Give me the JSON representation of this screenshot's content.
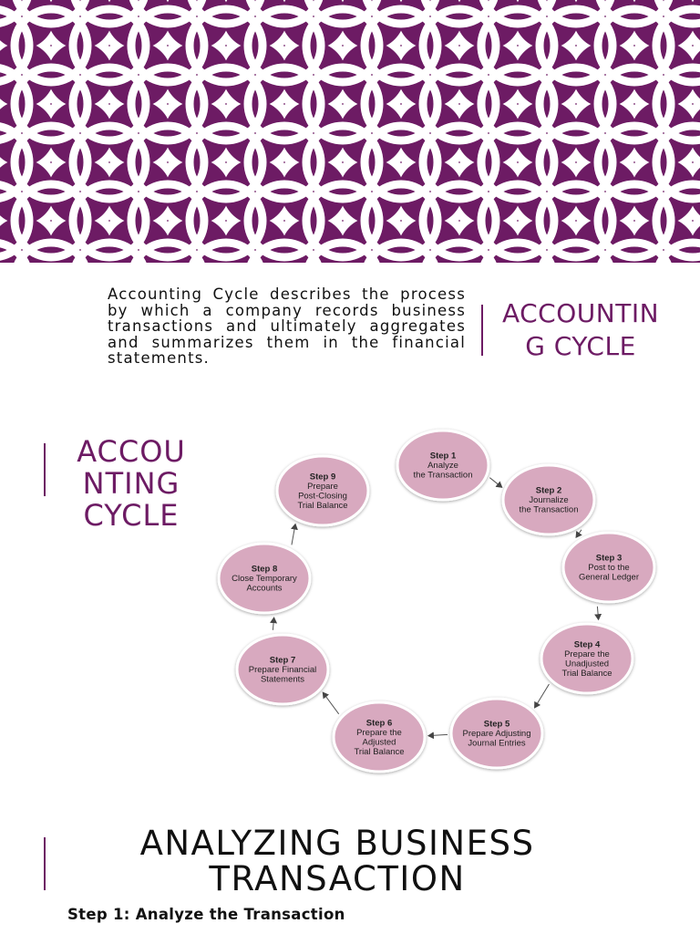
{
  "colors": {
    "accent": "#6d1b64",
    "pattern_line": "#ffffff",
    "step_circle_fill": "#d8a9bf",
    "step_circle_border": "#ffffff"
  },
  "slide1": {
    "description": "Accounting Cycle describes the process by which a company records business transactions and ultimately aggregates and summarizes them in the financial statements.",
    "title": "ACCOUNTIN G CYCLE"
  },
  "slide2": {
    "title": "ACCOU NTING CYCLE",
    "steps": [
      {
        "step": "Step 1",
        "text": [
          "Analyze",
          "the Transaction"
        ]
      },
      {
        "step": "Step 2",
        "text": [
          "Journalize",
          "the Transaction"
        ]
      },
      {
        "step": "Step 3",
        "text": [
          "Post to the",
          "General Ledger"
        ]
      },
      {
        "step": "Step 4",
        "text": [
          "Prepare the",
          "Unadjusted",
          "Trial Balance"
        ]
      },
      {
        "step": "Step 5",
        "text": [
          "Prepare Adjusting",
          "Journal Entries"
        ]
      },
      {
        "step": "Step 6",
        "text": [
          "Prepare the",
          "Adjusted",
          "Trial Balance"
        ]
      },
      {
        "step": "Step 7",
        "text": [
          "Prepare Financial",
          "Statements"
        ]
      },
      {
        "step": "Step 8",
        "text": [
          "Close Temporary",
          "Accounts"
        ]
      },
      {
        "step": "Step 9",
        "text": [
          "Prepare",
          "Post-Closing",
          "Trial Balance"
        ]
      }
    ]
  },
  "slide3": {
    "title": "ANALYZING BUSINESS TRANSACTION",
    "step_heading": "Step 1: Analyze the Transaction"
  }
}
